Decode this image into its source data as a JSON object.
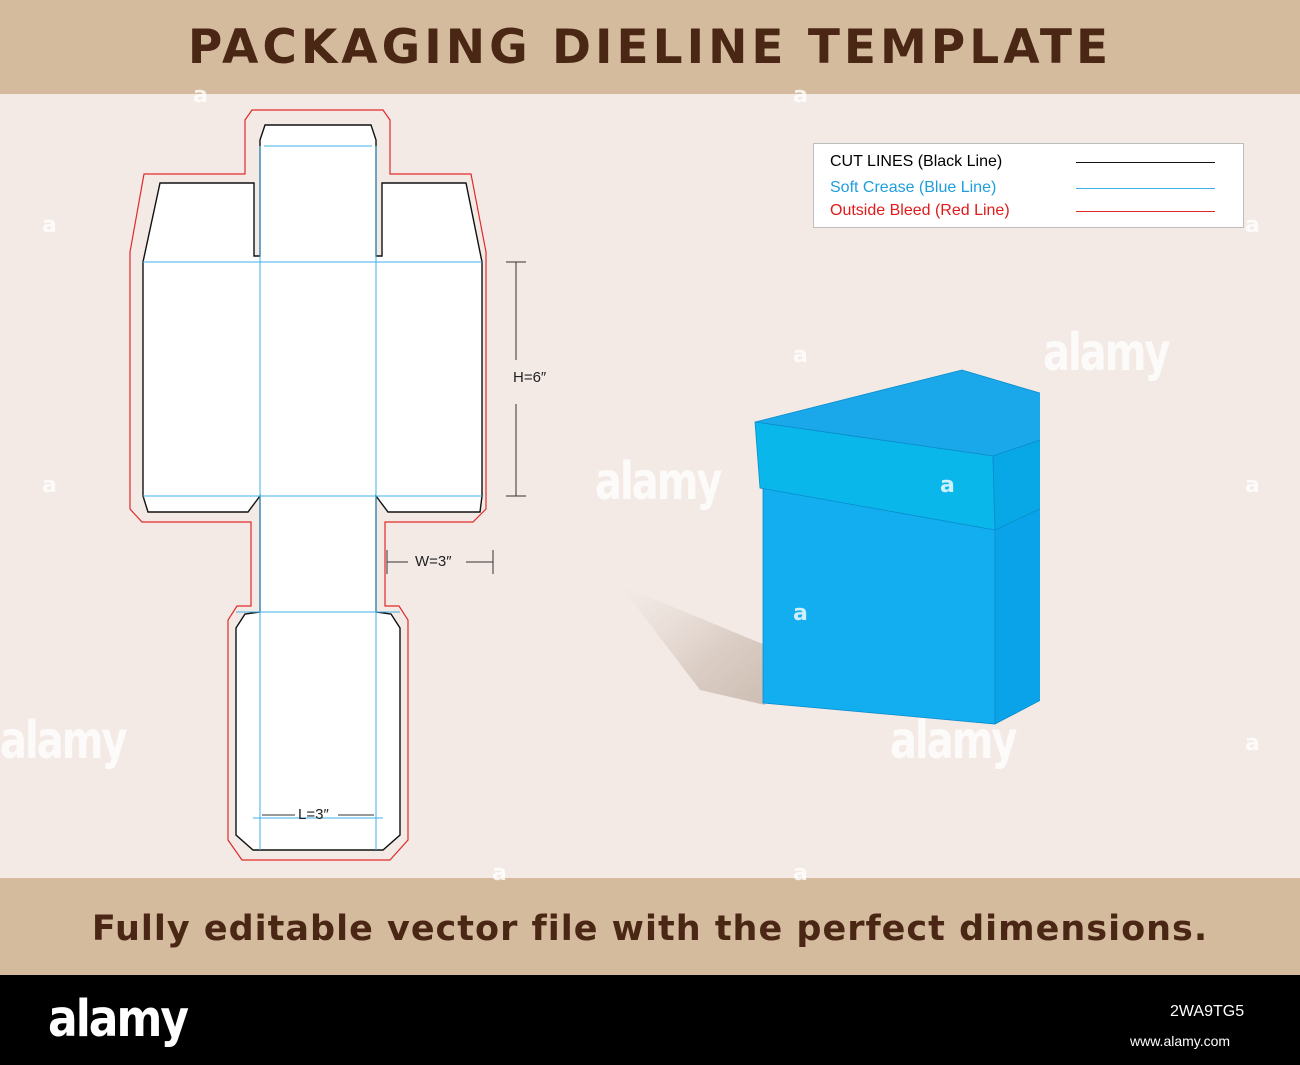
{
  "header": {
    "title": "PACKAGING DIELINE TEMPLATE"
  },
  "legend": {
    "items": [
      {
        "label": "CUT LINES (Black Line)",
        "color": "#111111"
      },
      {
        "label": "Soft Crease (Blue Line)",
        "color": "#3db0e8"
      },
      {
        "label": "Outside Bleed (Red Line)",
        "color": "#e02a2a"
      }
    ]
  },
  "dimensions": {
    "height": "H=6″",
    "width": "W=3″",
    "length": "L=3″"
  },
  "box_colors": {
    "lid_top": "#1aa8ea",
    "lid_front": "#0ab7ea",
    "lid_side": "#08a7e6",
    "body_front": "#12aef0",
    "body_side": "#0aa3ea"
  },
  "footer": {
    "tagline": "Fully editable vector file with the perfect dimensions.",
    "watermark": "alamy",
    "watermark_a": "a",
    "image_id": "2WA9TG5",
    "url": "www.alamy.com"
  }
}
